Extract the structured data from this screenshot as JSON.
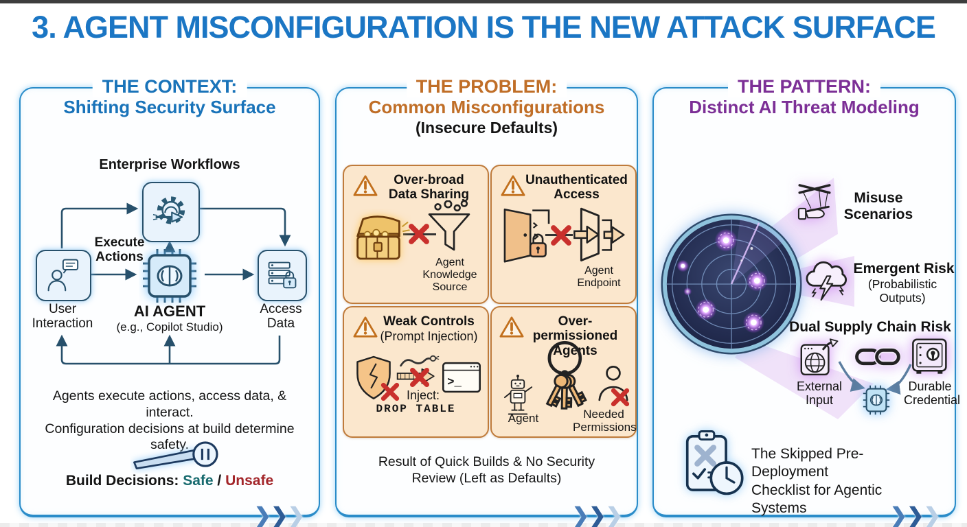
{
  "page": {
    "title": "3. AGENT MISCONFIGURATION IS THE NEW ATTACK SURFACE"
  },
  "icons": {
    "chevron": "❯",
    "terminal_prompt": ">_"
  },
  "colors": {
    "title_blue": "#1b76c4",
    "panel_border": "#2a8cc9",
    "context_accent": "#1973b9",
    "problem_accent": "#c06e27",
    "pattern_accent": "#7c2f96",
    "card_bg": "#fbe7cd",
    "card_border": "#bf7b3b",
    "safe_green": "#176a6e",
    "unsafe_red": "#a3262a",
    "danger_x": "#c9302c",
    "diagram_stroke": "#27506b"
  },
  "context": {
    "kicker": "THE CONTEXT:",
    "title": "Shifting Security Surface",
    "workflow_label": "Enterprise Workflows",
    "execute_label": "Execute\nActions",
    "user_label": "User\nInteraction",
    "agent_label": "AI AGENT",
    "agent_sublabel": "(e.g., Copilot Studio)",
    "access_label": "Access\nData",
    "caption": "Agents execute actions, access data, & interact.\nConfiguration decisions at build determine safety.",
    "build_label": "Build Decisions:",
    "safe_label": "Safe",
    "separator": "/",
    "unsafe_label": "Unsafe"
  },
  "problem": {
    "kicker": "THE PROBLEM:",
    "title": "Common Misconfigurations",
    "subtitle": "(Insecure Defaults)",
    "cards": [
      {
        "title": "Over-broad\nData Sharing",
        "note": "Agent\nKnowledge\nSource"
      },
      {
        "title": "Unauthenticated\nAccess",
        "note": "Agent\nEndpoint"
      },
      {
        "title": "Weak Controls",
        "subtitle": "(Prompt Injection)",
        "inject_label": "Inject:",
        "inject_code": "DROP TABLE"
      },
      {
        "title": "Over-permissioned\nAgents",
        "agent_label": "Agent",
        "note": "Needed\nPermissions"
      }
    ],
    "caption": "Result of Quick Builds & No Security\nReview (Left as Defaults)"
  },
  "pattern": {
    "kicker": "THE PATTERN:",
    "title": "Distinct AI Threat Modeling",
    "misuse_label": "Misuse\nScenarios",
    "emergent_label": "Emergent Risk",
    "emergent_sublabel": "(Probabilistic Outputs)",
    "dual_title": "Dual Supply Chain Risk",
    "external_label": "External\nInput",
    "durable_label": "Durable\nCredential",
    "caption": "The Skipped Pre-Deployment\nChecklist for Agentic Systems"
  }
}
